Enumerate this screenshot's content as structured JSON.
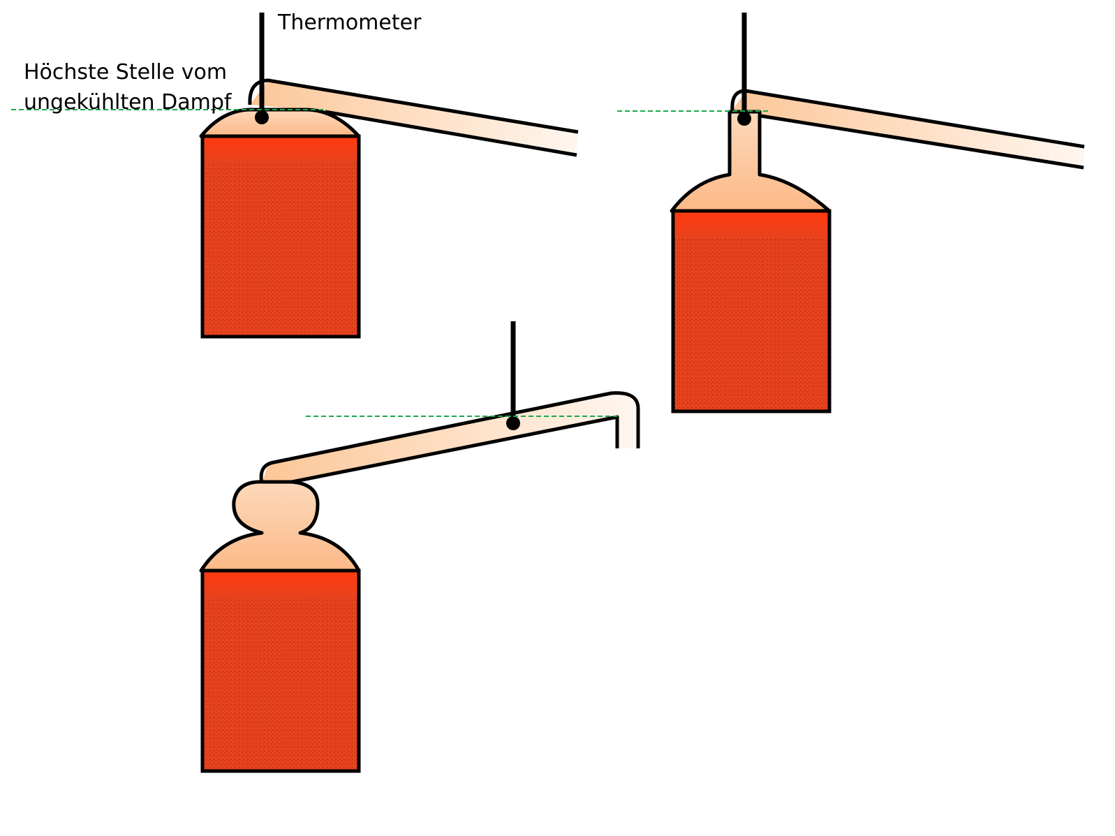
{
  "labels": {
    "thermometer": "Thermometer",
    "highest_point_line1": "Höchste Stelle vom",
    "highest_point_line2": "ungekühlten Dampf"
  },
  "colors": {
    "liquid": "#e8421e",
    "liquid_surface_top": "#ff3a10",
    "vapor": "#fcc697",
    "vapor_light": "#fff3ea",
    "outline": "#000000",
    "level_line": "#1aa84a"
  },
  "icons": {
    "thermometer": "thermometer-icon",
    "flask": "distillation-flask-icon"
  }
}
